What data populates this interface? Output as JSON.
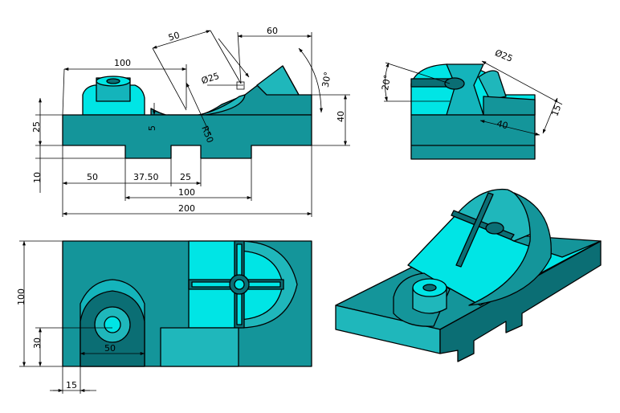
{
  "colors": {
    "teal": "#14959a",
    "teal_light": "#1fb7bb",
    "cyan": "#00e5e5",
    "cyan_mid": "#14c8cf",
    "teal_dark": "#0b6e74",
    "line": "#000000",
    "background": "#ffffff"
  },
  "front_view": {
    "d_100": "100",
    "d_50": "50",
    "d_60": "60",
    "d_phi25": "Ø25",
    "d_30deg": "30°",
    "d_25": "25",
    "d_40": "40",
    "d_5": "5",
    "d_r50": "R50",
    "d_10": "10",
    "d_50b": "50",
    "d_37_50": "37.50",
    "d_25b": "25",
    "d_100b": "100",
    "d_200": "200"
  },
  "side_view": {
    "d_phi25": "Ø25",
    "d_20deg": "20°",
    "d_15": "15",
    "d_40": "40"
  },
  "top_view": {
    "d_100": "100",
    "d_30": "30",
    "d_50": "50",
    "d_15": "15"
  }
}
